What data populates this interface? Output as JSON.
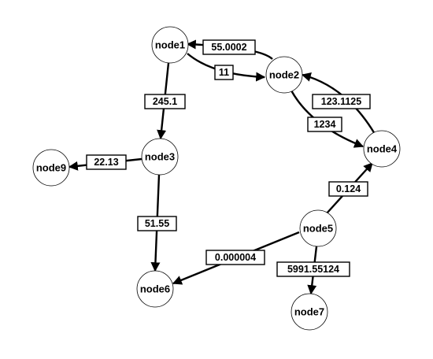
{
  "colors": {
    "node_fill": "#ffffff",
    "stroke": "#000000",
    "text": "#000000"
  },
  "nodes": {
    "node1": "node1",
    "node2": "node2",
    "node3": "node3",
    "node4": "node4",
    "node5": "node5",
    "node6": "node6",
    "node7": "node7",
    "node9": "node9"
  },
  "edges": {
    "e_2_1": {
      "from": "node2",
      "to": "node1",
      "label": "55.0002"
    },
    "e_1_2": {
      "from": "node1",
      "to": "node2",
      "label": "11"
    },
    "e_1_3": {
      "from": "node1",
      "to": "node3",
      "label": "245.1"
    },
    "e_4_2": {
      "from": "node4",
      "to": "node2",
      "label": "123.1125"
    },
    "e_2_4": {
      "from": "node2",
      "to": "node4",
      "label": "1234"
    },
    "e_3_9": {
      "from": "node3",
      "to": "node9",
      "label": "22.13"
    },
    "e_3_6": {
      "from": "node3",
      "to": "node6",
      "label": "51.55"
    },
    "e_5_4": {
      "from": "node5",
      "to": "node4",
      "label": "0.124"
    },
    "e_5_6": {
      "from": "node5",
      "to": "node6",
      "label": "0.000004"
    },
    "e_5_7": {
      "from": "node5",
      "to": "node7",
      "label": "5991.55124"
    }
  }
}
